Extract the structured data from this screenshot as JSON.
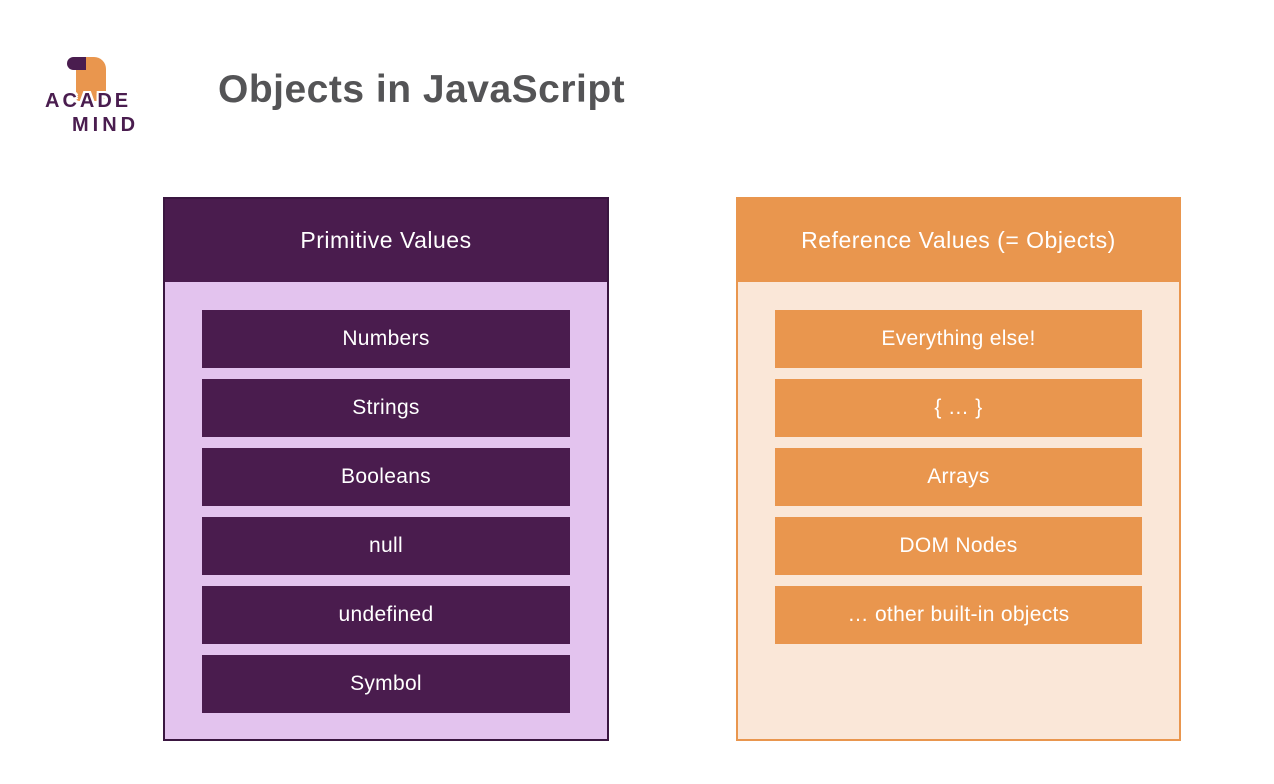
{
  "logo": {
    "line1": "ACADE",
    "line2": "MIND"
  },
  "title": "Objects in JavaScript",
  "columns": {
    "primitive": {
      "header": "Primitive Values",
      "items": [
        "Numbers",
        "Strings",
        "Booleans",
        "null",
        "undefined",
        "Symbol"
      ]
    },
    "reference": {
      "header": "Reference Values (= Objects)",
      "items": [
        "Everything else!",
        "{ … }",
        "Arrays",
        "DOM Nodes",
        "… other built-in objects"
      ]
    }
  },
  "palette": {
    "purple_dark": "#4a1c4e",
    "purple_light": "#e3c3ee",
    "purple_border": "#3a1640",
    "orange": "#e9964e",
    "cream": "#fae7d8",
    "title_gray": "#545456",
    "item_text": "#ffffff"
  }
}
